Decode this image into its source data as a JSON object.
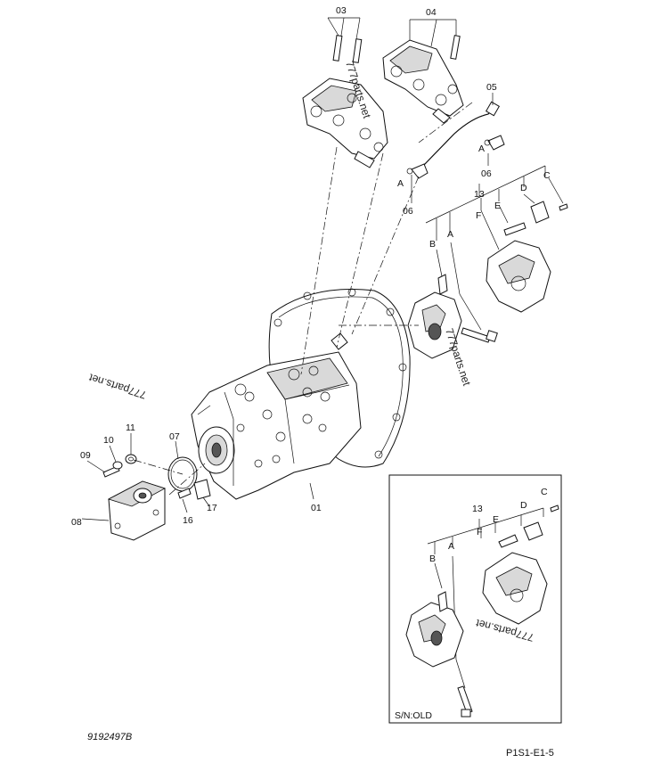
{
  "callouts": {
    "p01": "01",
    "p03": "03",
    "p04": "04",
    "p05": "05",
    "p06a": "06",
    "p06b": "06",
    "p07": "07",
    "p08": "08",
    "p09": "09",
    "p10": "10",
    "p11": "11",
    "p13": "13",
    "p16": "16",
    "p17": "17",
    "la": "A",
    "lb": "B",
    "lc": "C",
    "ld": "D",
    "le": "E",
    "lf": "F",
    "ref_a1": "A",
    "ref_a2": "A",
    "p13_old": "13",
    "la_old": "A",
    "lb_old": "B",
    "lc_old": "C",
    "ld_old": "D",
    "le_old": "E",
    "lf_old": "F"
  },
  "inset": {
    "caption": "S/N:OLD"
  },
  "watermarks": {
    "w1": "777parts.net",
    "w2": "777parts.net",
    "w3": "777parts.net",
    "w4": "777parts.net"
  },
  "footer": {
    "drawing_number": "9192497B",
    "page_code": "P1S1-E1-5"
  }
}
